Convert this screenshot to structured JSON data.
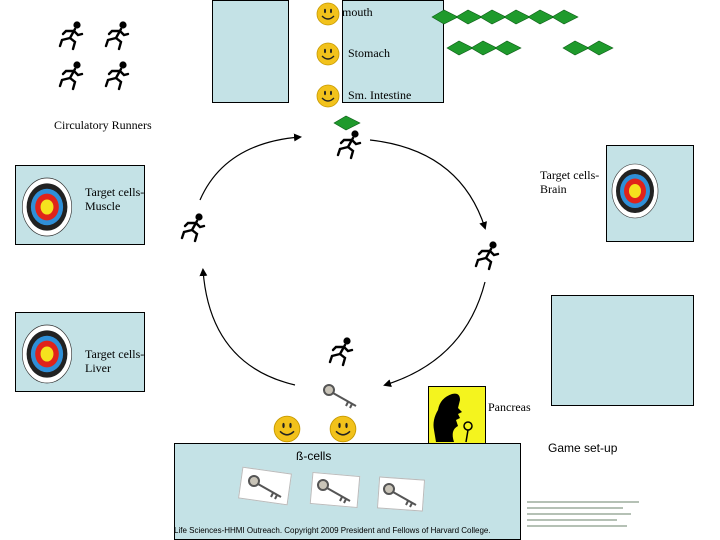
{
  "organs": {
    "mouth": "mouth",
    "stomach": "Stomach",
    "small_intestine": "Sm. Intestine"
  },
  "runners_label": "Circulatory Runners",
  "targets": {
    "brain": "Target cells-Brain",
    "muscle": "Target cells-Muscle",
    "liver": "Target cells-Liver"
  },
  "pancreas_label": "Pancreas",
  "beta_cells_label": "ß-cells",
  "game_setup_label": "Game set-up",
  "copyright": "Life Sciences-HHMI Outreach. Copyright 2009 President and Fellows of Harvard College.",
  "colors": {
    "box_fill": "#c4e2e6",
    "leaf_green": "#1f9a2c",
    "pancreas_fill": "#f4f41e",
    "smiley": "#f2c21b"
  },
  "icons": [
    "runner-icon",
    "smiley-icon",
    "target-icon",
    "key-icon",
    "leaf-icon",
    "silhouette-icon"
  ]
}
